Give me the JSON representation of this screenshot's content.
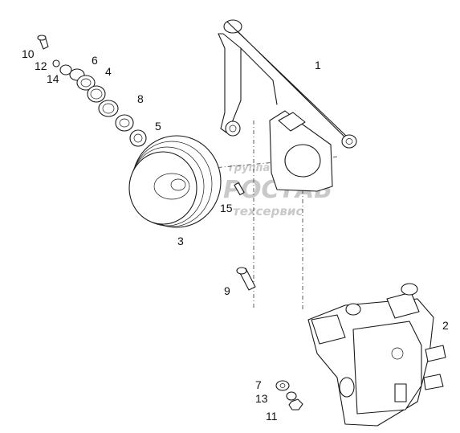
{
  "diagram": {
    "callouts": [
      {
        "id": "p10",
        "label": "10"
      },
      {
        "id": "p12",
        "label": "12"
      },
      {
        "id": "p14",
        "label": "14"
      },
      {
        "id": "p6",
        "label": "6"
      },
      {
        "id": "p4",
        "label": "4"
      },
      {
        "id": "p8",
        "label": "8"
      },
      {
        "id": "p5",
        "label": "5"
      },
      {
        "id": "p1",
        "label": "1"
      },
      {
        "id": "p3",
        "label": "3"
      },
      {
        "id": "p15",
        "label": "15"
      },
      {
        "id": "p9",
        "label": "9"
      },
      {
        "id": "p2",
        "label": "2"
      },
      {
        "id": "p7",
        "label": "7"
      },
      {
        "id": "p13",
        "label": "13"
      },
      {
        "id": "p11",
        "label": "11"
      }
    ],
    "watermark": {
      "line1": "группа компаний",
      "line2": "РОСТАБ",
      "line3": "техсервис"
    }
  }
}
